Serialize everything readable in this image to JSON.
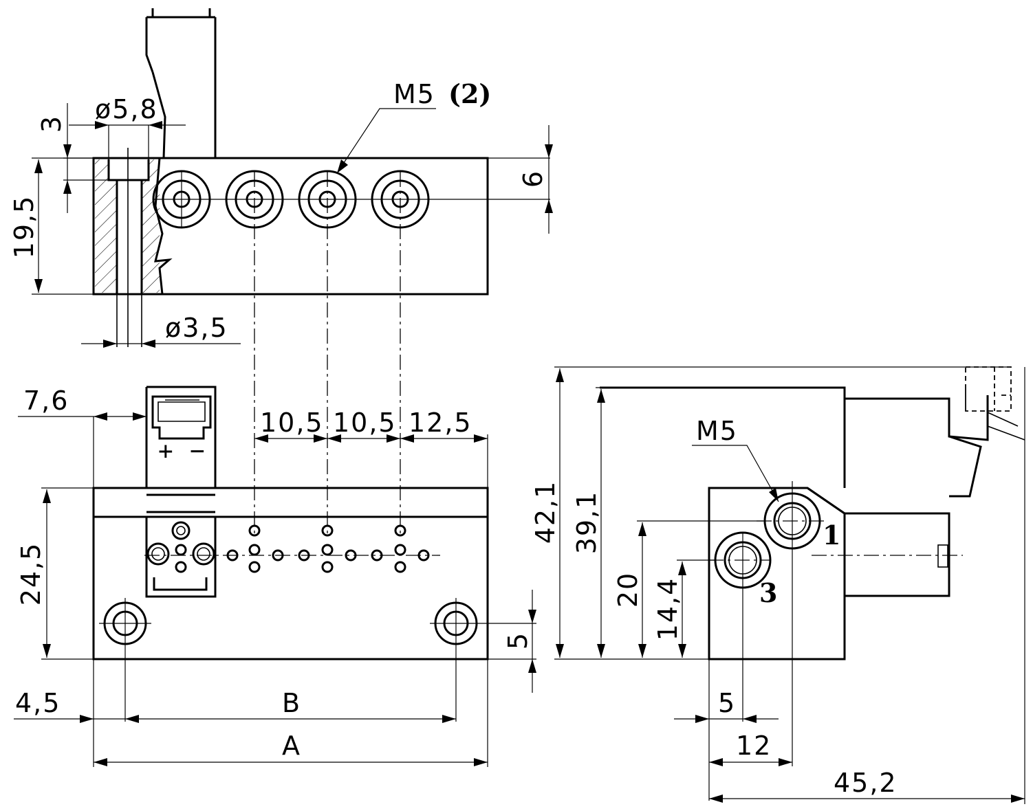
{
  "top_view": {
    "dim_3": "3",
    "dim_dia58": "ø5,8",
    "dim_195": "19,5",
    "dim_dia35": "ø3,5",
    "dim_6": "6",
    "thread_label": "M5",
    "thread_count": "(2)"
  },
  "front_view": {
    "dim_76": "7,6",
    "pitch_1": "10,5",
    "pitch_2": "10,5",
    "pitch_3": "12,5",
    "dim_245": "24,5",
    "dim_5": "5",
    "dim_45": "4,5",
    "dim_B": "B",
    "dim_A": "A",
    "plus": "+",
    "minus": "−"
  },
  "side_view": {
    "dim_421": "42,1",
    "dim_391": "39,1",
    "dim_20": "20",
    "dim_144": "14,4",
    "thread_label": "M5",
    "port_1": "1",
    "port_3": "3",
    "dim_5": "5",
    "dim_12": "12",
    "dim_452": "45,2"
  }
}
